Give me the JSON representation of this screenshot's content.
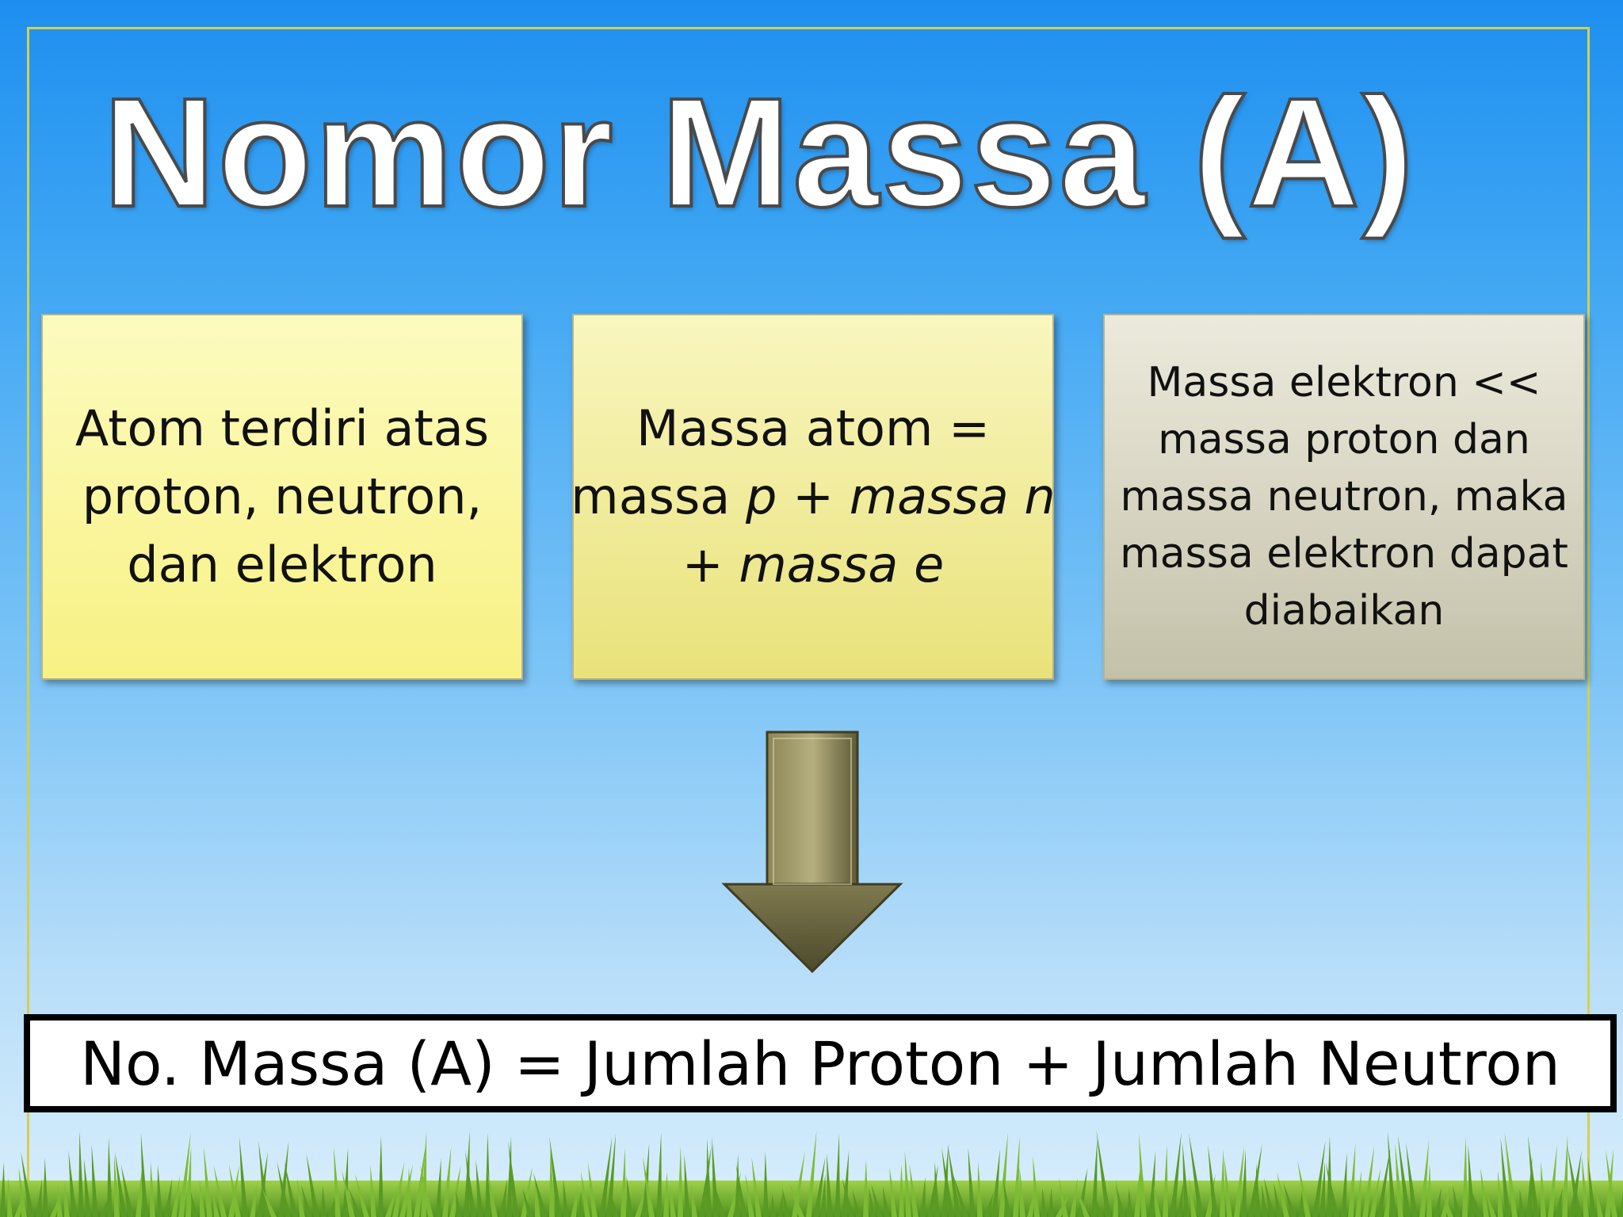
{
  "slide": {
    "title": "Nomor Massa (A)",
    "cards": [
      {
        "lines": [
          "Atom terdiri atas",
          "proton, neutron,",
          "dan elektron"
        ]
      },
      {
        "line1": "Massa atom =",
        "line2_a": "massa ",
        "line2_b": "p + massa n",
        "line3": "+ massa e"
      },
      {
        "lines": [
          "Massa elektron <<",
          "massa proton dan",
          "massa neutron, maka",
          "massa elektron dapat",
          "diabaikan"
        ]
      }
    ],
    "arrow_icon": "down-arrow-icon",
    "formula": "No. Massa (A) = Jumlah Proton + Jumlah Neutron"
  },
  "colors": {
    "sky_top": "#1e8ff0",
    "sky_bottom": "#d9eefc",
    "card_yellow": "#f8f183",
    "card_gray": "#c4c1aa",
    "arrow": "#6b6641",
    "grass": "#6fae2e"
  }
}
